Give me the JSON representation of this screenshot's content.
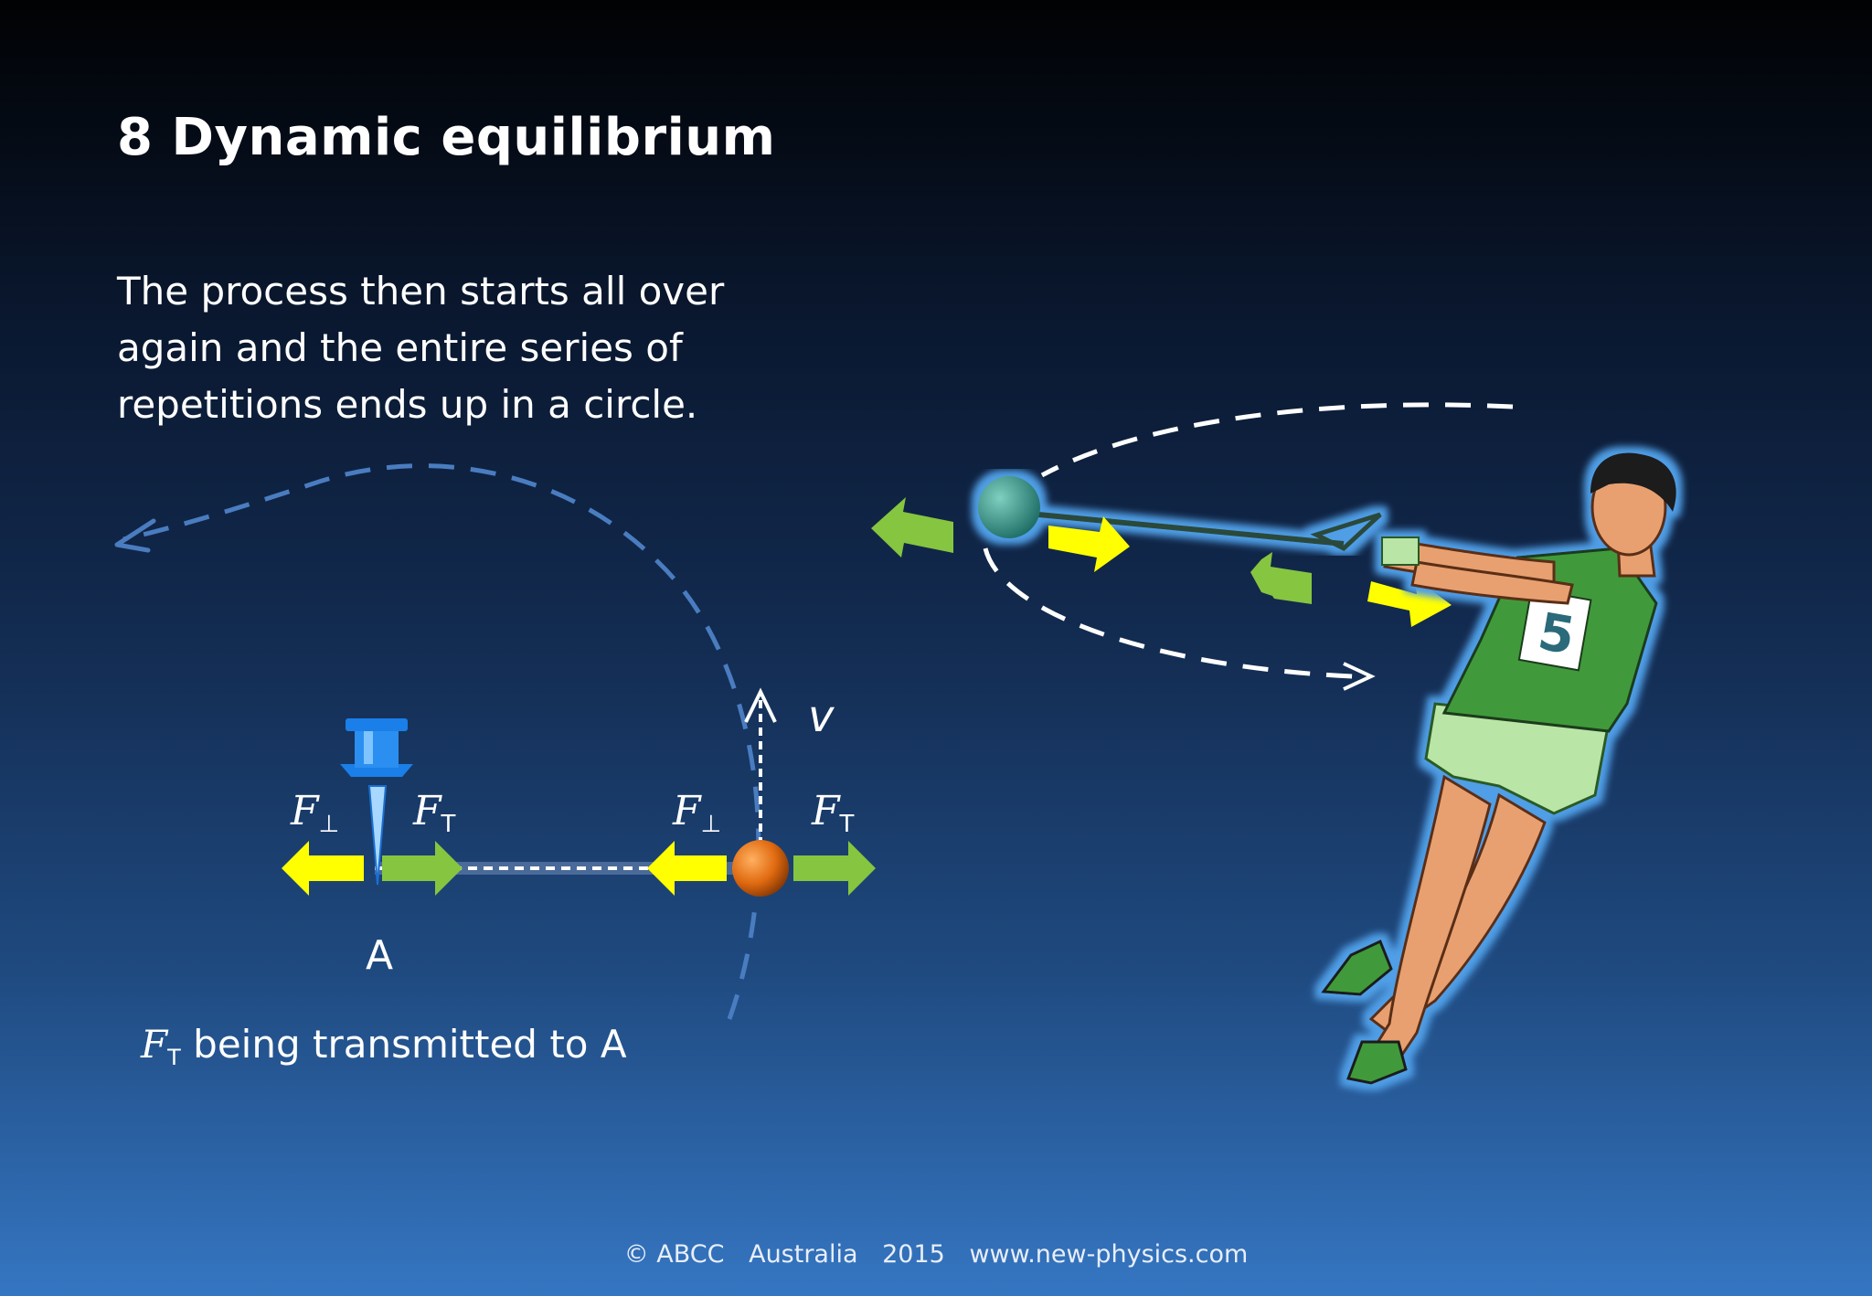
{
  "slide": {
    "title": "8  Dynamic equilibrium",
    "body_lines": [
      "The process then starts all over",
      "again and the entire series of",
      "repetitions ends up in a circle."
    ],
    "footer": {
      "copyright": "© ABCC",
      "country": "Australia",
      "year": "2015",
      "website": "www.new-physics.com"
    }
  },
  "diagram": {
    "point_label": "A",
    "velocity_label": "v",
    "force_perp": {
      "symbol": "F",
      "subscript": "⊥"
    },
    "force_tension": {
      "symbol": "F",
      "subscript": "T"
    },
    "caption": {
      "symbol": "F",
      "subscript": "T",
      "text": " being transmitted to A"
    },
    "athlete_bib": "5"
  },
  "colors": {
    "yellow_arrow": "#ffff00",
    "green_arrow": "#86c540",
    "dashed_circle": "#4a7cc0",
    "ball": "#e06a10",
    "pin": "#1a7fe8",
    "shirt": "#3f9a3a",
    "skin": "#e8a070",
    "outline_glow": "#4f9ee6"
  },
  "icons": [
    "push-pin-icon",
    "ball-icon",
    "hammer-thrower-figure",
    "velocity-arrow-icon"
  ]
}
